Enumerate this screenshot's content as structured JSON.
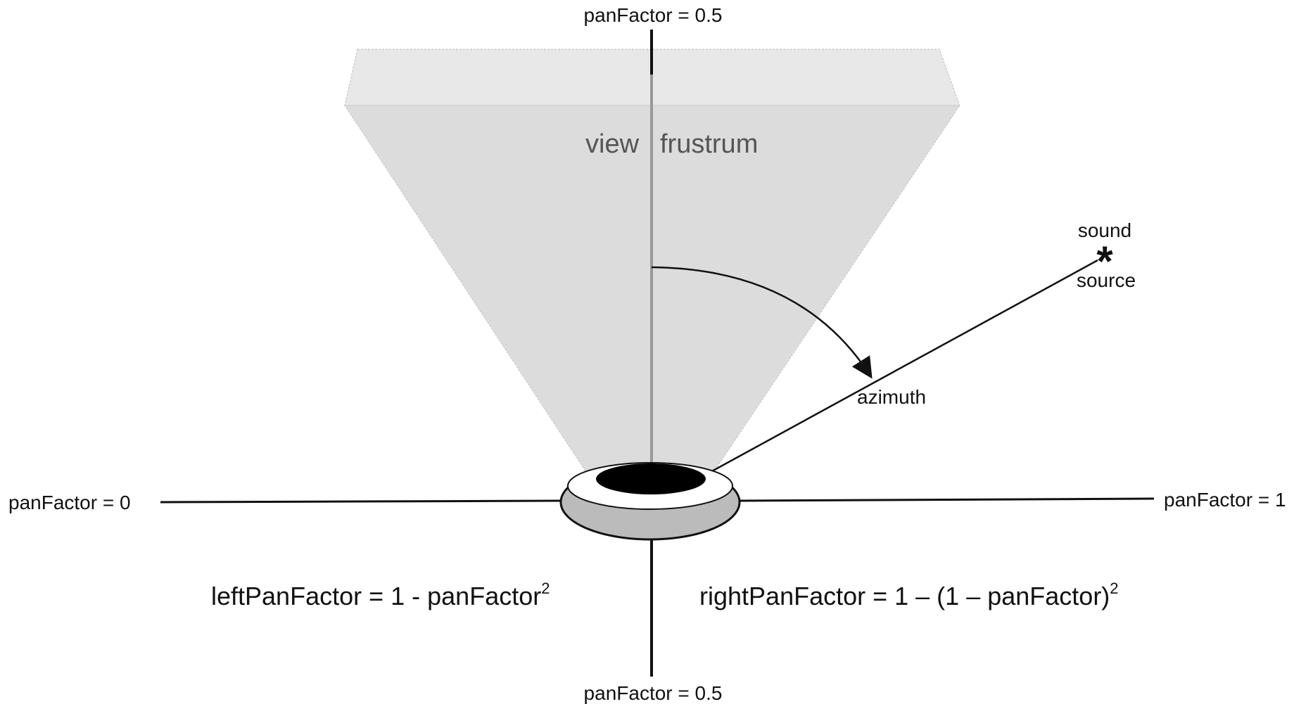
{
  "labels": {
    "top_pan": "panFactor = 0.5",
    "bottom_pan": "panFactor = 0.5",
    "left_pan": "panFactor = 0",
    "right_pan": "panFactor = 1",
    "view": "view",
    "frustrum": "frustrum",
    "sound": "sound",
    "source": "source",
    "azimuth": "azimuth"
  },
  "formulas": {
    "left": {
      "base": "leftPanFactor = 1 - panFactor",
      "exponent": "2"
    },
    "right": {
      "base": "rightPanFactor = 1 – (1 – panFactor)",
      "exponent": "2"
    }
  },
  "colors": {
    "frustum_fill": "#dcdcdc",
    "frustum_top_fill": "#e8e8e8",
    "ring_fill": "#bbbbbb",
    "line": "#111111",
    "center_line": "#999999"
  }
}
